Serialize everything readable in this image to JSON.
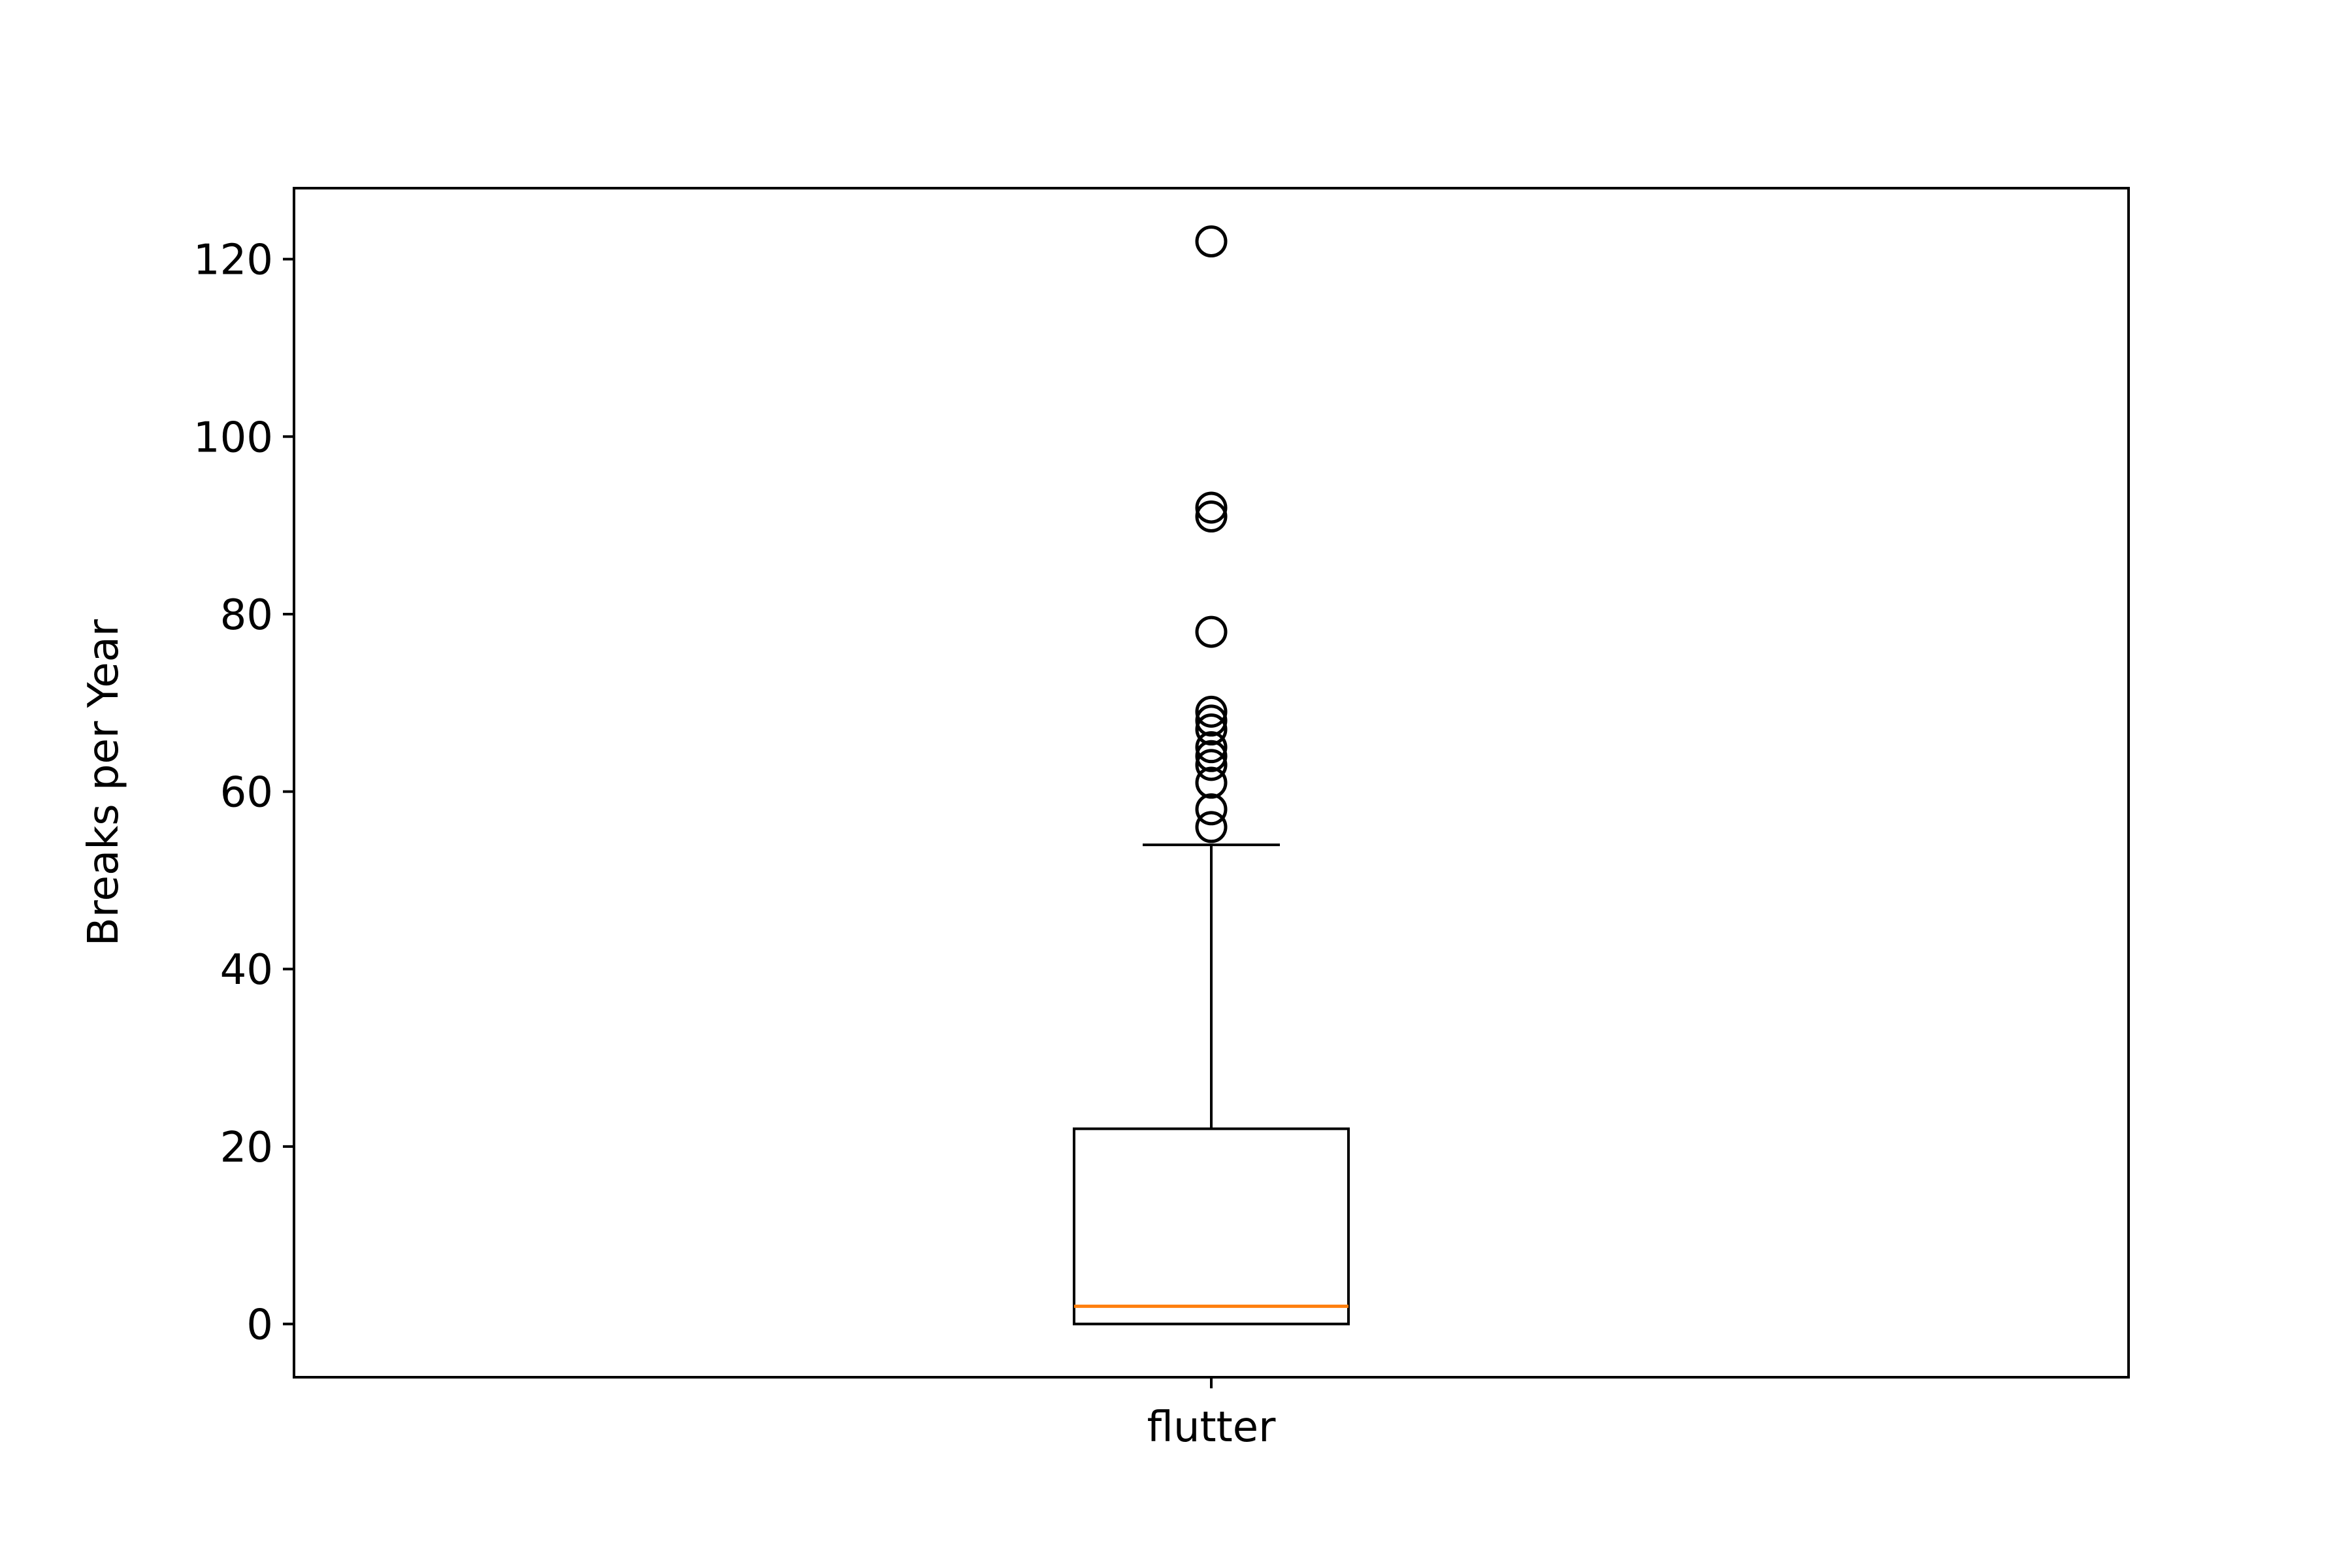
{
  "chart_data": {
    "type": "box",
    "title": "",
    "xlabel": "",
    "ylabel": "Breaks per Year",
    "ylim": [
      -6,
      128
    ],
    "yticks": [
      "0",
      "20",
      "40",
      "60",
      "80",
      "100",
      "120"
    ],
    "categories": [
      "flutter"
    ],
    "grid": false,
    "boxes": [
      {
        "category": "flutter",
        "min": 0,
        "q1": 0,
        "median": 2,
        "q3": 22,
        "whisker_high": 54,
        "outliers": [
          56,
          58,
          61,
          63,
          64,
          65,
          67,
          68,
          69,
          78,
          91,
          92,
          122
        ]
      }
    ],
    "colors": {
      "box": "#000000",
      "median": "#ff7f0e",
      "outlier": "#000000"
    }
  }
}
